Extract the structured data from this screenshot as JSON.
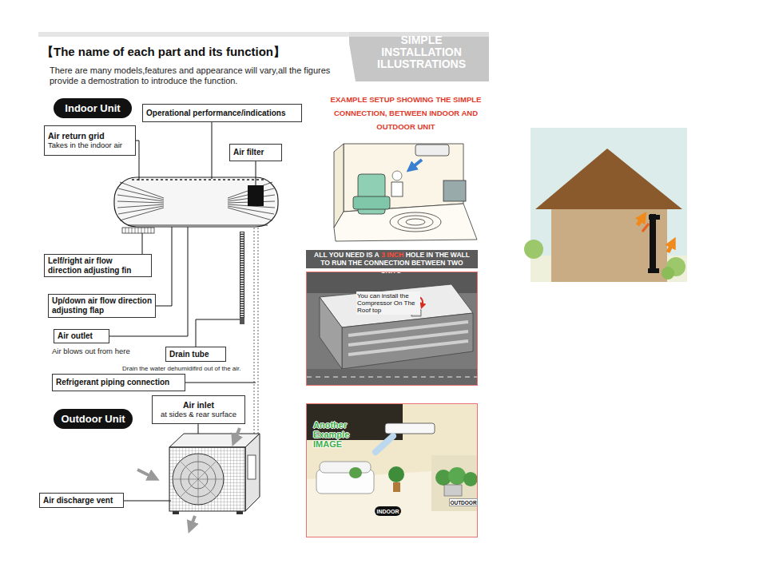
{
  "diagram": {
    "title": "【The name of each part and its function】",
    "nodes": [
      {
        "text": [
          "Indoor Unit"
        ]
      },
      {
        "text": [
          "Operational performance/indications"
        ]
      },
      {
        "text": [
          "Air return grid",
          "Takes in the indoor air"
        ]
      },
      {
        "text": [
          "Air filter"
        ]
      },
      {
        "text": [
          "Lelf/right air flow direction adjusting fin"
        ]
      },
      {
        "text": [
          "Up/down air flow direction adjusting flap"
        ]
      },
      {
        "text": [
          "Air outlet"
        ]
      },
      {
        "text": [
          "Drain tube"
        ]
      },
      {
        "text": [
          "Refrigerant piping connection"
        ]
      },
      {
        "text": [
          "Air inlet",
          "at sides & rear surface"
        ]
      },
      {
        "text": [
          "Outdoor Unit"
        ]
      },
      {
        "text": [
          "Air discharge vent"
        ]
      },
      {
        "text": [
          "SIMPLE INSTALLATION ILLUSTRATIONS"
        ]
      },
      {
        "text": [
          "ALL YOU NEED IS A",
          "3 INCH",
          "HOLE IN THE WALL TO RUN THE CONNECTION BETWEEN TWO UNITS"
        ]
      },
      {
        "text": [
          "You can install the Compressor On The Roof top"
        ]
      },
      {
        "text": [
          "Another Example IMAGE"
        ]
      },
      {
        "text": [
          "INDOOR"
        ],
        "in": 15
      },
      {
        "text": [
          "OUTDOOR"
        ],
        "in": 15
      }
    ],
    "labels": [
      "There are many models,features and appearance will vary,all the figures provide a demostration to introduce the function.",
      "EXAMPLE SETUP SHOWING THE SIMPLE CONNECTION, BETWEEN INDOOR AND OUTDOOR UNIT",
      "Air blows out from here",
      "Drain the water dehumidifird out of the air."
    ]
  }
}
